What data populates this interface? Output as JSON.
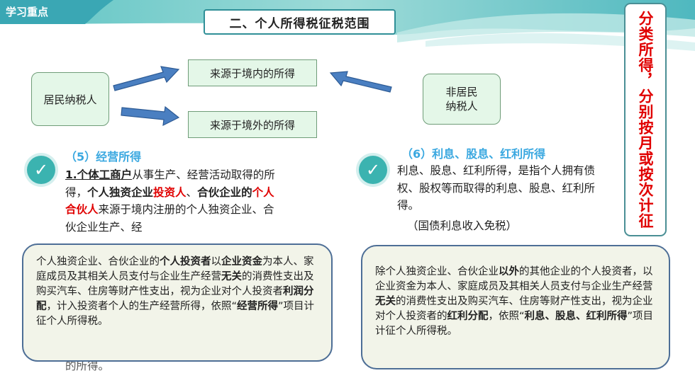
{
  "header": {
    "tag": "学习重点",
    "title": "二、个人所得税征税范围"
  },
  "side_banner": "分类所得，分别按月或按次计征",
  "diagram": {
    "resident": "居民纳税人",
    "domestic": "来源于境内的所得",
    "foreign": "来源于境外的所得",
    "nonresident_line1": "非居民",
    "nonresident_line2": "纳税人"
  },
  "section5": {
    "title": "（5）经营所得",
    "p_lead": "1.个体工商户",
    "p_t1": "从事生产、经营活动取得的所得，",
    "p_b1": "个人独资企业",
    "p_r1": "投资人",
    "p_t2": "、",
    "p_b2": "合伙企业的",
    "p_r2": "个人合伙人",
    "p_t3": "来源于境内注册的个人独资企业、合伙企业生产、经",
    "hidden_tail": "的所得。",
    "note": {
      "t1": "个人独资企业、合伙企业的",
      "b1": "个人投资者",
      "t2": "以",
      "b2": "企业资金",
      "t3": "为本人、家庭成员及其相关人员支付与企业生产经营",
      "b3": "无关",
      "t4": "的消费性支出及购买汽车、住房等财产性支出，视为企业对个人投资者",
      "b4": "利润分配",
      "t5": "，计入投资者个人的生产经营所得，依照“",
      "b5": "经营所得",
      "t6": "”项目计征个人所得税。"
    }
  },
  "section6": {
    "title": "（6）利息、股息、红利所得",
    "text": "利息、股息、红利所得，是指个人拥有债权、股权等而取得的利息、股息、红利所得。",
    "note_exempt": "（国债利息收入免税）",
    "note": {
      "t1": "除个人独资企业、合伙企业",
      "b1": "以外",
      "t2": "的其他企业的个人投资者，以企业资金为本人、家庭成员及其相关人员支付与企业生产经营",
      "b2": "无关",
      "t3": "的消费性支出及购买汽车、住房等财产性支出，视为企业对个人投资者的",
      "b3": "红利分配",
      "t4": "，依照“",
      "b4": "利息、股息、红利所得",
      "t5": "”项目计征个人所得税。"
    }
  },
  "colors": {
    "teal": "#3bb3b0",
    "red": "#e00000",
    "blue_title": "#3aa8e0"
  }
}
